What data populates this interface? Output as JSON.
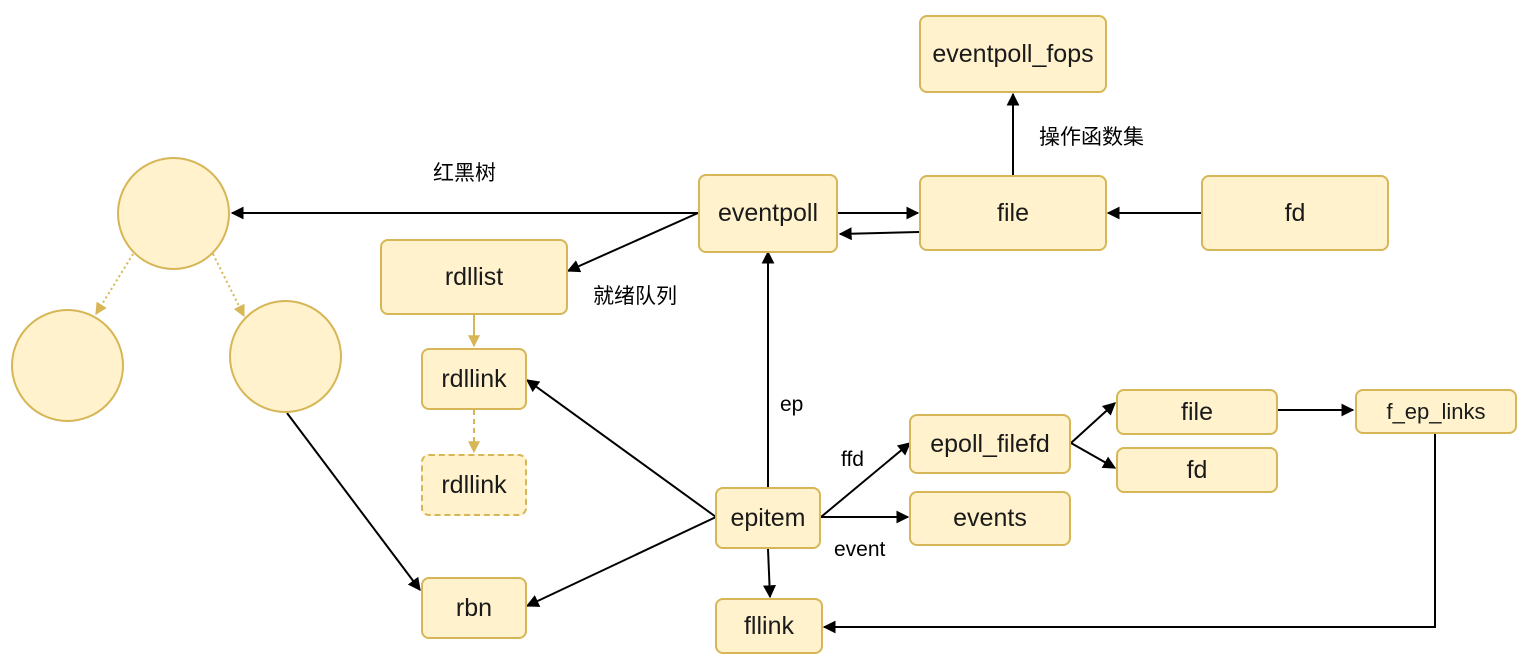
{
  "nodes": {
    "eventpoll_fops": "eventpoll_fops",
    "file_top": "file",
    "fd_top": "fd",
    "eventpoll": "eventpoll",
    "rdllist": "rdllist",
    "rdllink_1": "rdllink",
    "rdllink_2": "rdllink",
    "rbn": "rbn",
    "epitem": "epitem",
    "epoll_filefd": "epoll_filefd",
    "file_right": "file",
    "fd_right": "fd",
    "f_ep_links": "f_ep_links",
    "events": "events",
    "fllink": "fllink"
  },
  "labels": {
    "red_black_tree": "红黑树",
    "ops_set": "操作函数集",
    "ready_queue": "就绪队列",
    "ep": "ep",
    "ffd": "ffd",
    "event": "event"
  },
  "colors": {
    "node_fill": "#fff2cc",
    "node_stroke": "#d6b656",
    "edge": "#000000"
  }
}
